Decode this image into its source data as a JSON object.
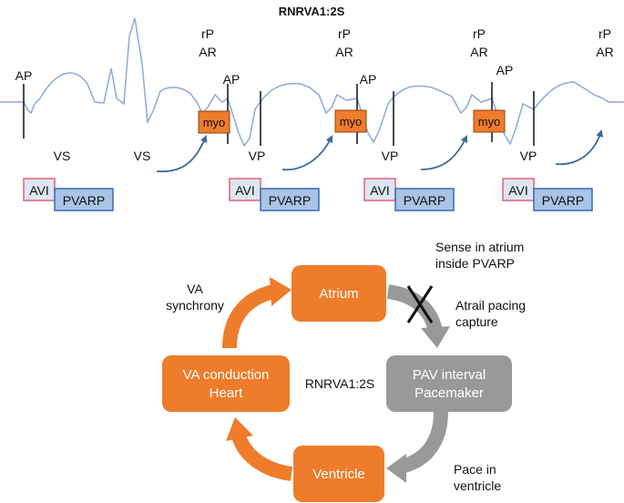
{
  "title": "RNRVA1:2S",
  "ecg": {
    "top_labels": [
      {
        "line1": "rP",
        "line2": "AR"
      },
      {
        "line1": "rP",
        "line2": "AR"
      },
      {
        "line1": "rP",
        "line2": "AR"
      },
      {
        "line1": "rP",
        "line2": "AR"
      }
    ],
    "ap_labels": [
      "AP",
      "AP",
      "AP",
      "AP"
    ],
    "myo_label": "myo",
    "bottom_labels": [
      "VS",
      "VS",
      "VP",
      "VP",
      "VP"
    ],
    "timers": [
      {
        "avi": "AVI",
        "pvarp": "PVARP"
      },
      {
        "avi": "AVI",
        "pvarp": "PVARP"
      },
      {
        "avi": "AVI",
        "pvarp": "PVARP"
      },
      {
        "avi": "AVI",
        "pvarp": "PVARP"
      }
    ]
  },
  "cycle": {
    "atrium": "Atrium",
    "pav_line1": "PAV interval",
    "pav_line2": "Pacemaker",
    "ventricle": "Ventricle",
    "va_line1": "VA conduction",
    "va_line2": "Heart",
    "center_label": "RNRVA1:2S",
    "sense_line1": "Sense in atrium",
    "sense_line2": "inside PVARP",
    "atrail_line1": "Atrail pacing",
    "atrail_line2": "capture",
    "pace_line1": "Pace in",
    "pace_line2": "ventricle",
    "va_sync_line1": "VA",
    "va_sync_line2": "synchrony"
  },
  "colors": {
    "orange": "#ee7c2b",
    "gray": "#999999",
    "ecg_line": "#8fa9d6",
    "pvarp_fill": "#a9c4e4",
    "pvarp_stroke": "#3a6ab0",
    "avi_stroke": "#e0607a",
    "arrow_blue": "#3d6b99"
  }
}
